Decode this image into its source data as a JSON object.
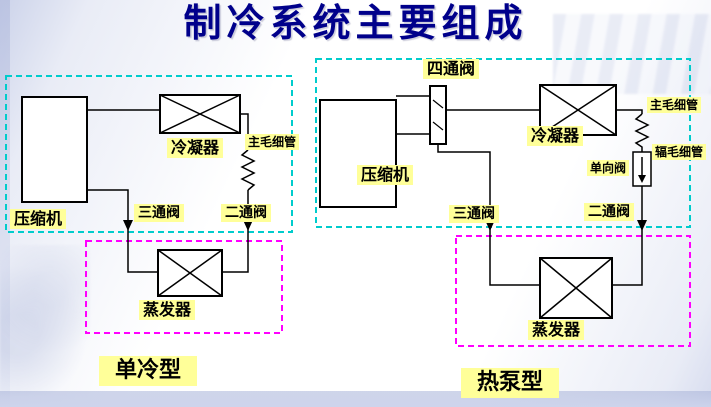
{
  "title": "制冷系统主要组成",
  "colors": {
    "title_text": "#00008B",
    "label_background": "#FFFF99",
    "diagram_line": "#000000",
    "outdoor_unit_dashed_border": "#00CCCC",
    "indoor_unit_dashed_border": "#FF00FF",
    "slide_background_tint": "#D7DCEF"
  },
  "diagrams": {
    "left": {
      "caption": "单冷型",
      "labels": {
        "compressor": "压缩机",
        "condenser": "冷凝器",
        "main_capillary": "主毛细管",
        "three_way_valve": "三通阀",
        "two_way_valve": "二通阀",
        "evaporator": "蒸发器"
      }
    },
    "right": {
      "caption": "热泵型",
      "labels": {
        "four_way_valve": "四通阀",
        "compressor": "压缩机",
        "condenser": "冷凝器",
        "main_capillary": "主毛细管",
        "check_valve": "单向阀",
        "aux_capillary": "辐毛细管",
        "three_way_valve": "三通阀",
        "two_way_valve": "二通阀",
        "evaporator": "蒸发器"
      }
    }
  }
}
